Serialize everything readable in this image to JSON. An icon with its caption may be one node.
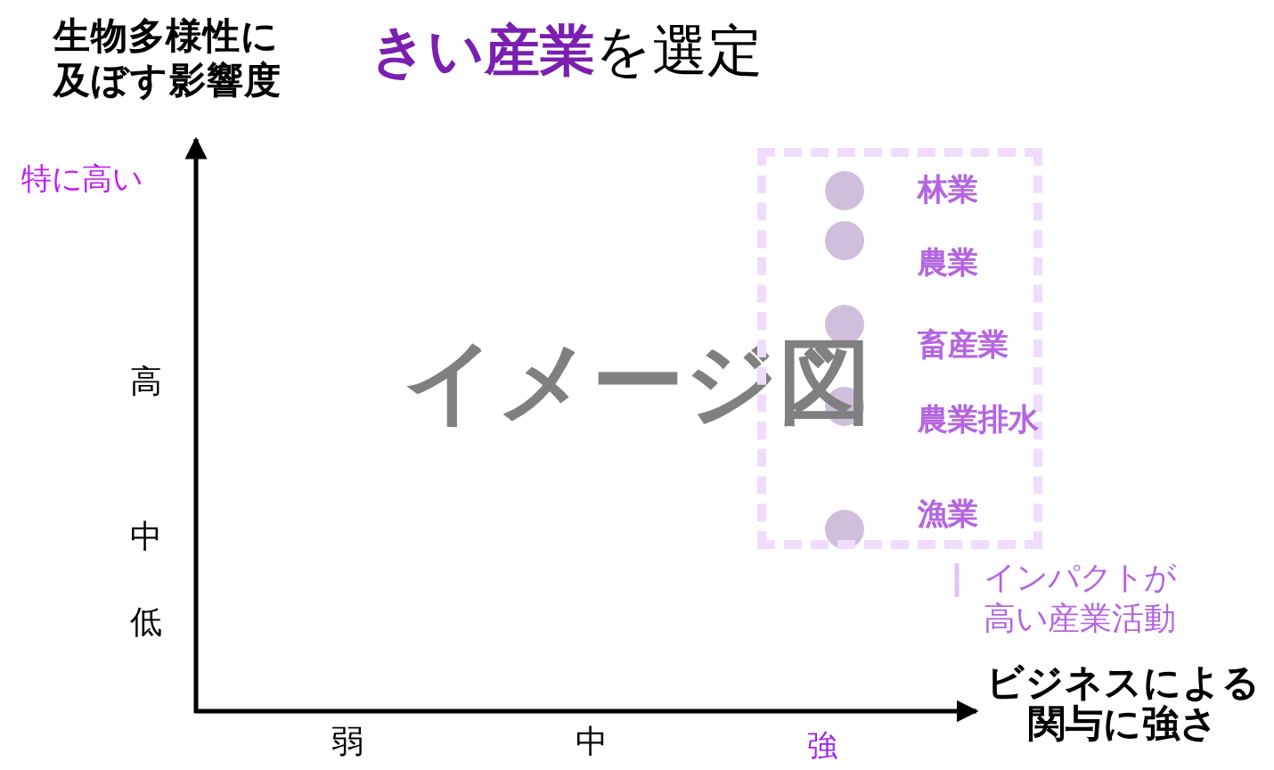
{
  "diagram": {
    "title": "**きい産業**を選定",
    "nodes": [
      {
        "text": [],
        "shape": "box"
      },
      {
        "text": [
          "林業"
        ],
        "in": 0
      },
      {
        "text": [
          "農業"
        ],
        "in": 0
      },
      {
        "text": [
          "畜産業"
        ],
        "in": 0
      },
      {
        "text": [
          "農業排水"
        ],
        "in": 0
      },
      {
        "text": [
          "漁業"
        ],
        "in": 0
      },
      {
        "text": [
          "インパクトが高い産業活動"
        ]
      }
    ],
    "edges": [
      {
        "from": 6,
        "to": 0,
        "arrow": "none"
      }
    ],
    "labels": [
      "生物多様性に及ぼす影響度",
      "特に高い",
      "高",
      "中",
      "低",
      "弱",
      "中",
      "強",
      "ビジネスによる関与に強さ",
      "イメージ図"
    ]
  }
}
